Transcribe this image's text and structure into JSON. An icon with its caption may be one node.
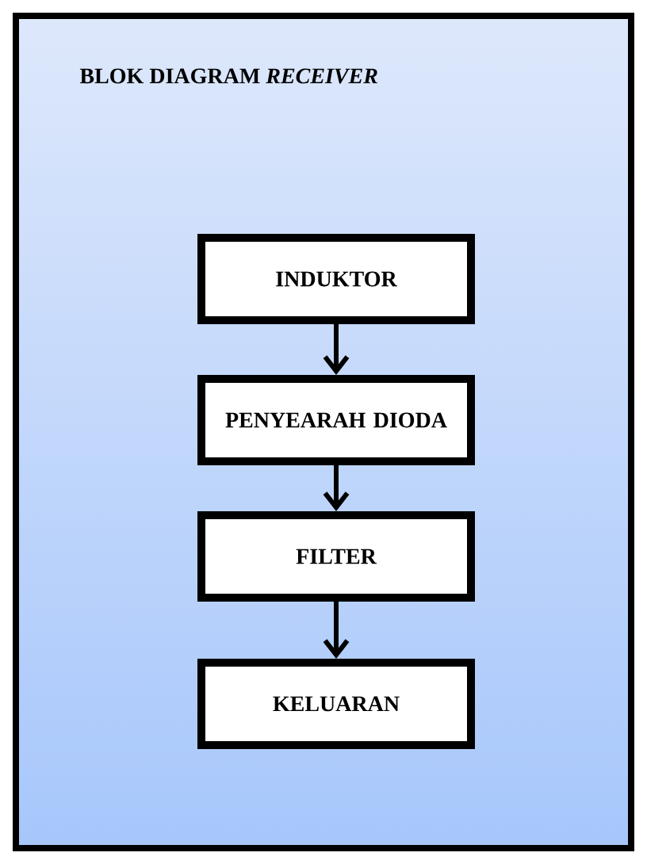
{
  "diagram": {
    "title": "BLOK DIAGRAM *RECEIVER*",
    "nodes": [
      {
        "text": [
          "INDUKTOR"
        ]
      },
      {
        "text": [
          "PENYEARAH DIODA"
        ]
      },
      {
        "text": [
          "FILTER"
        ]
      },
      {
        "text": [
          "KELUARAN"
        ]
      }
    ],
    "edges": [
      {
        "from": 0,
        "to": 1,
        "arrow": "to"
      },
      {
        "from": 1,
        "to": 2,
        "arrow": "to"
      },
      {
        "from": 2,
        "to": 3,
        "arrow": "to"
      }
    ]
  }
}
